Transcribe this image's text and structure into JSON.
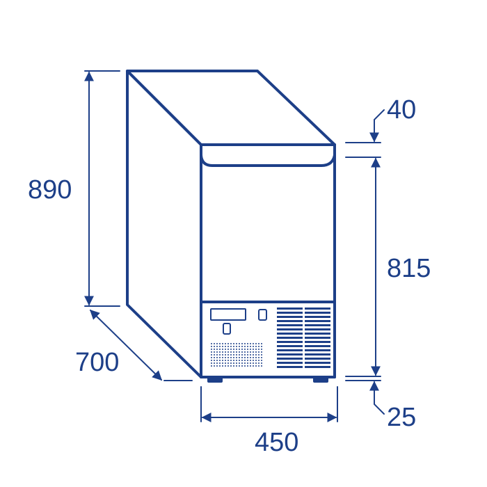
{
  "diagram": {
    "dimensions": {
      "total_height": "890",
      "depth": "700",
      "lid_thickness": "40",
      "body_height": "815",
      "feet_height": "25",
      "width": "450"
    },
    "colors": {
      "line": "#1d3f88",
      "background": "#ffffff"
    }
  }
}
